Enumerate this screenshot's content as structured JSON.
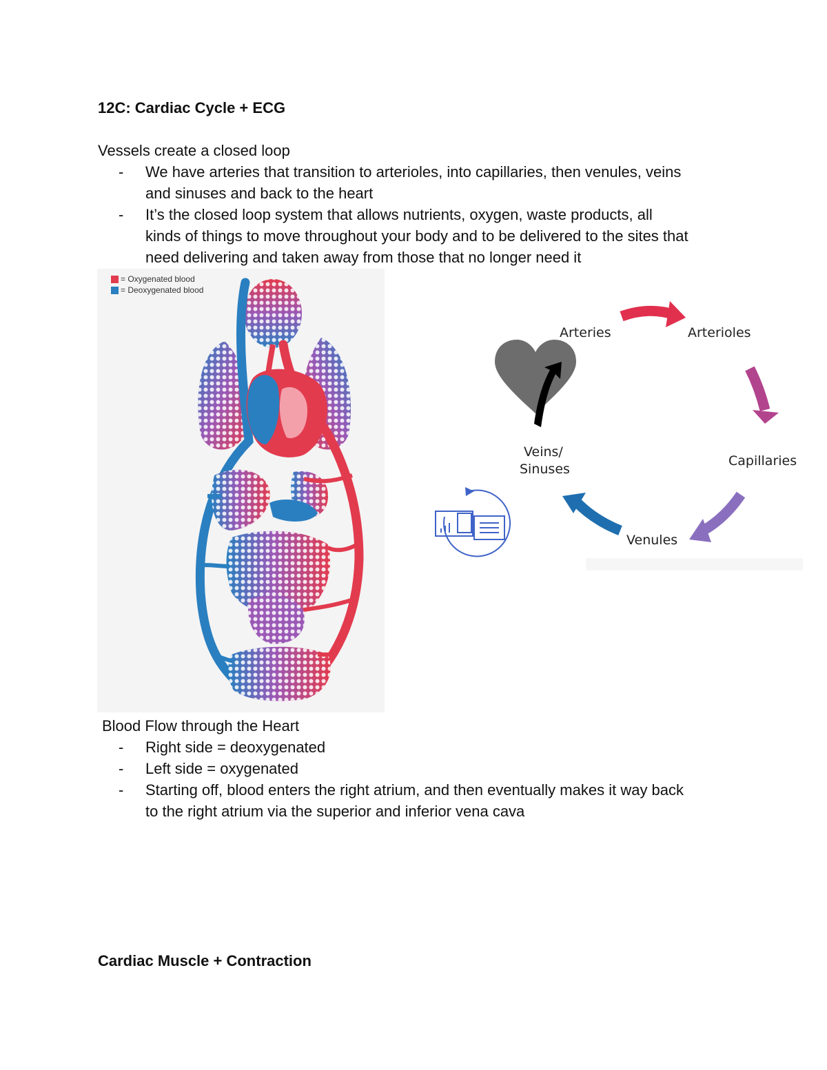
{
  "doc": {
    "title": "12C: Cardiac Cycle + ECG",
    "section1": {
      "heading": "Vessels create a closed loop",
      "bullets": [
        {
          "lines": [
            "We have arteries that transition to arterioles, into capillaries, then venules, veins",
            "and sinuses and back to the heart"
          ]
        },
        {
          "lines": [
            "It’s the closed loop system that allows nutrients, oxygen, waste products, all",
            "kinds of things to move throughout your body and to be delivered to the sites that",
            "need delivering and taken away from those that no longer need it"
          ]
        }
      ]
    },
    "figure1": {
      "legend": [
        "= Oxygenated blood",
        "= Deoxygenated blood"
      ],
      "colors": {
        "oxygenated": "#e23b4e",
        "deoxygenated": "#2a7fc0",
        "mixed": "#9b59b6"
      }
    },
    "figure2": {
      "labels": {
        "arteries": "Arteries",
        "arterioles": "Arterioles",
        "capillaries": "Capillaries",
        "venules": "Venules",
        "veins_line1": "Veins/",
        "veins_line2": "Sinuses"
      },
      "colors": {
        "arteries_arrow": "#e0304d",
        "capillaries_arrow": "#b2448e",
        "venules_arrow": "#8a6fbf",
        "veins_arrow": "#1f6fb0",
        "heart": "#6d6d6d"
      }
    },
    "section2": {
      "heading": "Blood Flow through the Heart",
      "bullets": [
        {
          "lines": [
            "Right side = deoxygenated"
          ]
        },
        {
          "lines": [
            "Left side = oxygenated"
          ]
        },
        {
          "lines": [
            "Starting off, blood enters the right atrium, and then eventually makes it way back",
            "to the right atrium via the superior and inferior vena cava"
          ]
        }
      ]
    },
    "section3": {
      "heading": "Cardiac Muscle + Contraction"
    }
  }
}
